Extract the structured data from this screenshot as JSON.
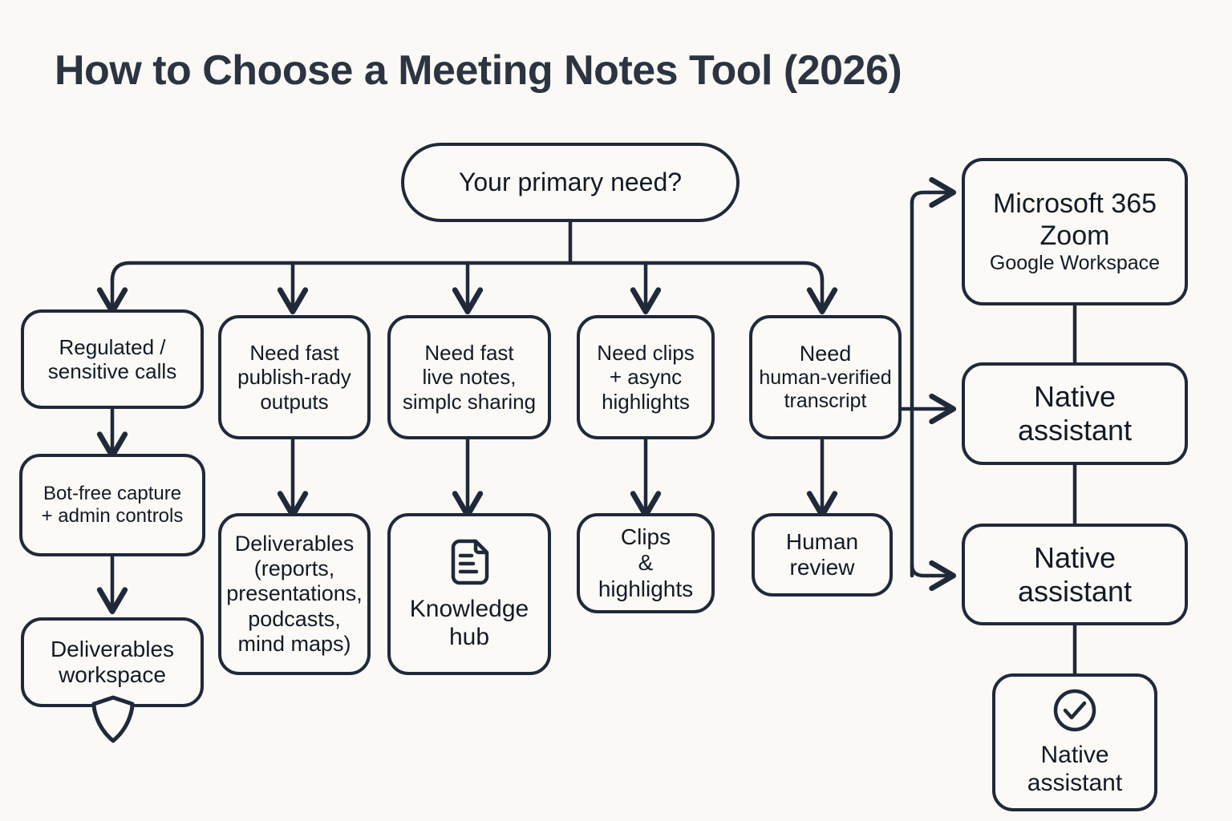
{
  "page": {
    "title": "How to Choose a Meeting Notes Tool (2026)",
    "background_color": "#faf9f5",
    "ink_color": "#20293a",
    "node_fill": "#fbfaf6"
  },
  "diagram": {
    "type": "flowchart",
    "root": {
      "id": "primary-need",
      "label": "Your primary need?",
      "shape": "pill"
    },
    "branches": [
      {
        "id": "branch-regulated",
        "column": 1,
        "lines": [
          "Regulated /",
          "sensitive calls"
        ],
        "children": [
          {
            "id": "bot-free-capture",
            "lines": [
              "Bot-free capture",
              "+ admin controls"
            ],
            "children": [
              {
                "id": "deliverables-workspace",
                "lines": [
                  "Deliverables",
                  "workspace"
                ],
                "icon": "shield-icon"
              }
            ]
          }
        ]
      },
      {
        "id": "branch-publish-ready",
        "column": 2,
        "lines": [
          "Need fast",
          "publish-rady",
          "outputs"
        ],
        "children": [
          {
            "id": "deliverables-outputs",
            "lines": [
              "Deliverables",
              "(reports,",
              "presentations,",
              "podcasts,",
              "mind maps)"
            ]
          }
        ]
      },
      {
        "id": "branch-live-notes",
        "column": 3,
        "lines": [
          "Need fast",
          "live notes,",
          "simplc sharing"
        ],
        "children": [
          {
            "id": "knowledge-hub",
            "lines": [
              "Knowledge",
              "hub"
            ],
            "icon": "document-icon"
          }
        ]
      },
      {
        "id": "branch-clips",
        "column": 4,
        "lines": [
          "Need clips",
          "+ async",
          "highlights"
        ],
        "children": [
          {
            "id": "clips-highlights",
            "lines": [
              "Clips",
              "&",
              "highlights"
            ]
          }
        ]
      },
      {
        "id": "branch-transcript",
        "column": 5,
        "lines": [
          "Need",
          "human-verified",
          "transcript"
        ],
        "children": [
          {
            "id": "human-review",
            "lines": [
              "Human",
              "review"
            ]
          }
        ]
      }
    ],
    "right_column": [
      {
        "id": "platform-suites",
        "lines": [
          "Microsoft 365",
          "Zoom",
          "Google Workspace"
        ]
      },
      {
        "id": "native-assistant-1",
        "lines": [
          "Native",
          "assistant"
        ]
      },
      {
        "id": "native-assistant-2",
        "lines": [
          "Native",
          "assistant"
        ]
      },
      {
        "id": "native-assistant-3",
        "lines": [
          "Native",
          "assistant"
        ],
        "icon": "check-circle-icon"
      }
    ]
  }
}
